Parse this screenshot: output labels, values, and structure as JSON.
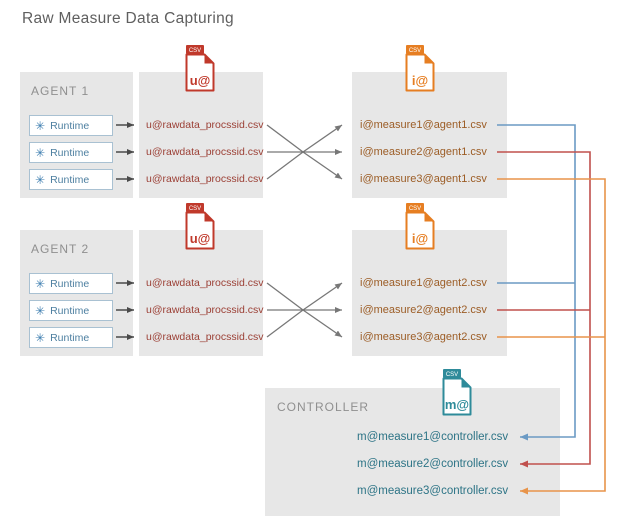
{
  "title": "Raw Measure Data Capturing",
  "agents": [
    {
      "label": "AGENT 1",
      "runtimes": [
        "Runtime",
        "Runtime",
        "Runtime"
      ],
      "u_files": [
        "u@rawdata_procssid.csv",
        "u@rawdata_procssid.csv",
        "u@rawdata_procssid.csv"
      ],
      "i_files": [
        "i@measure1@agent1.csv",
        "i@measure2@agent1.csv",
        "i@measure3@agent1.csv"
      ]
    },
    {
      "label": "AGENT 2",
      "runtimes": [
        "Runtime",
        "Runtime",
        "Runtime"
      ],
      "u_files": [
        "u@rawdata_procssid.csv",
        "u@rawdata_procssid.csv",
        "u@rawdata_procssid.csv"
      ],
      "i_files": [
        "i@measure1@agent2.csv",
        "i@measure2@agent2.csv",
        "i@measure3@agent2.csv"
      ]
    }
  ],
  "controller": {
    "label": "CONTROLLER",
    "m_files": [
      "m@measure1@controller.csv",
      "m@measure2@controller.csv",
      "m@measure3@controller.csv"
    ]
  },
  "file_icons": {
    "u": {
      "tab": "CSV",
      "label": "u@",
      "color": "#c0392b"
    },
    "i": {
      "tab": "CSV",
      "label": "i@",
      "color": "#e67e22"
    },
    "m": {
      "tab": "CSV",
      "label": "m@",
      "color": "#2e8b9a"
    }
  },
  "icons": {
    "runtime_glyph": "✳"
  },
  "colors": {
    "line_blue": "#6b9ac4",
    "line_red": "#c0504d",
    "line_orange": "#e8944a",
    "line_dark": "#4a4a4a",
    "line_gray": "#777777"
  }
}
